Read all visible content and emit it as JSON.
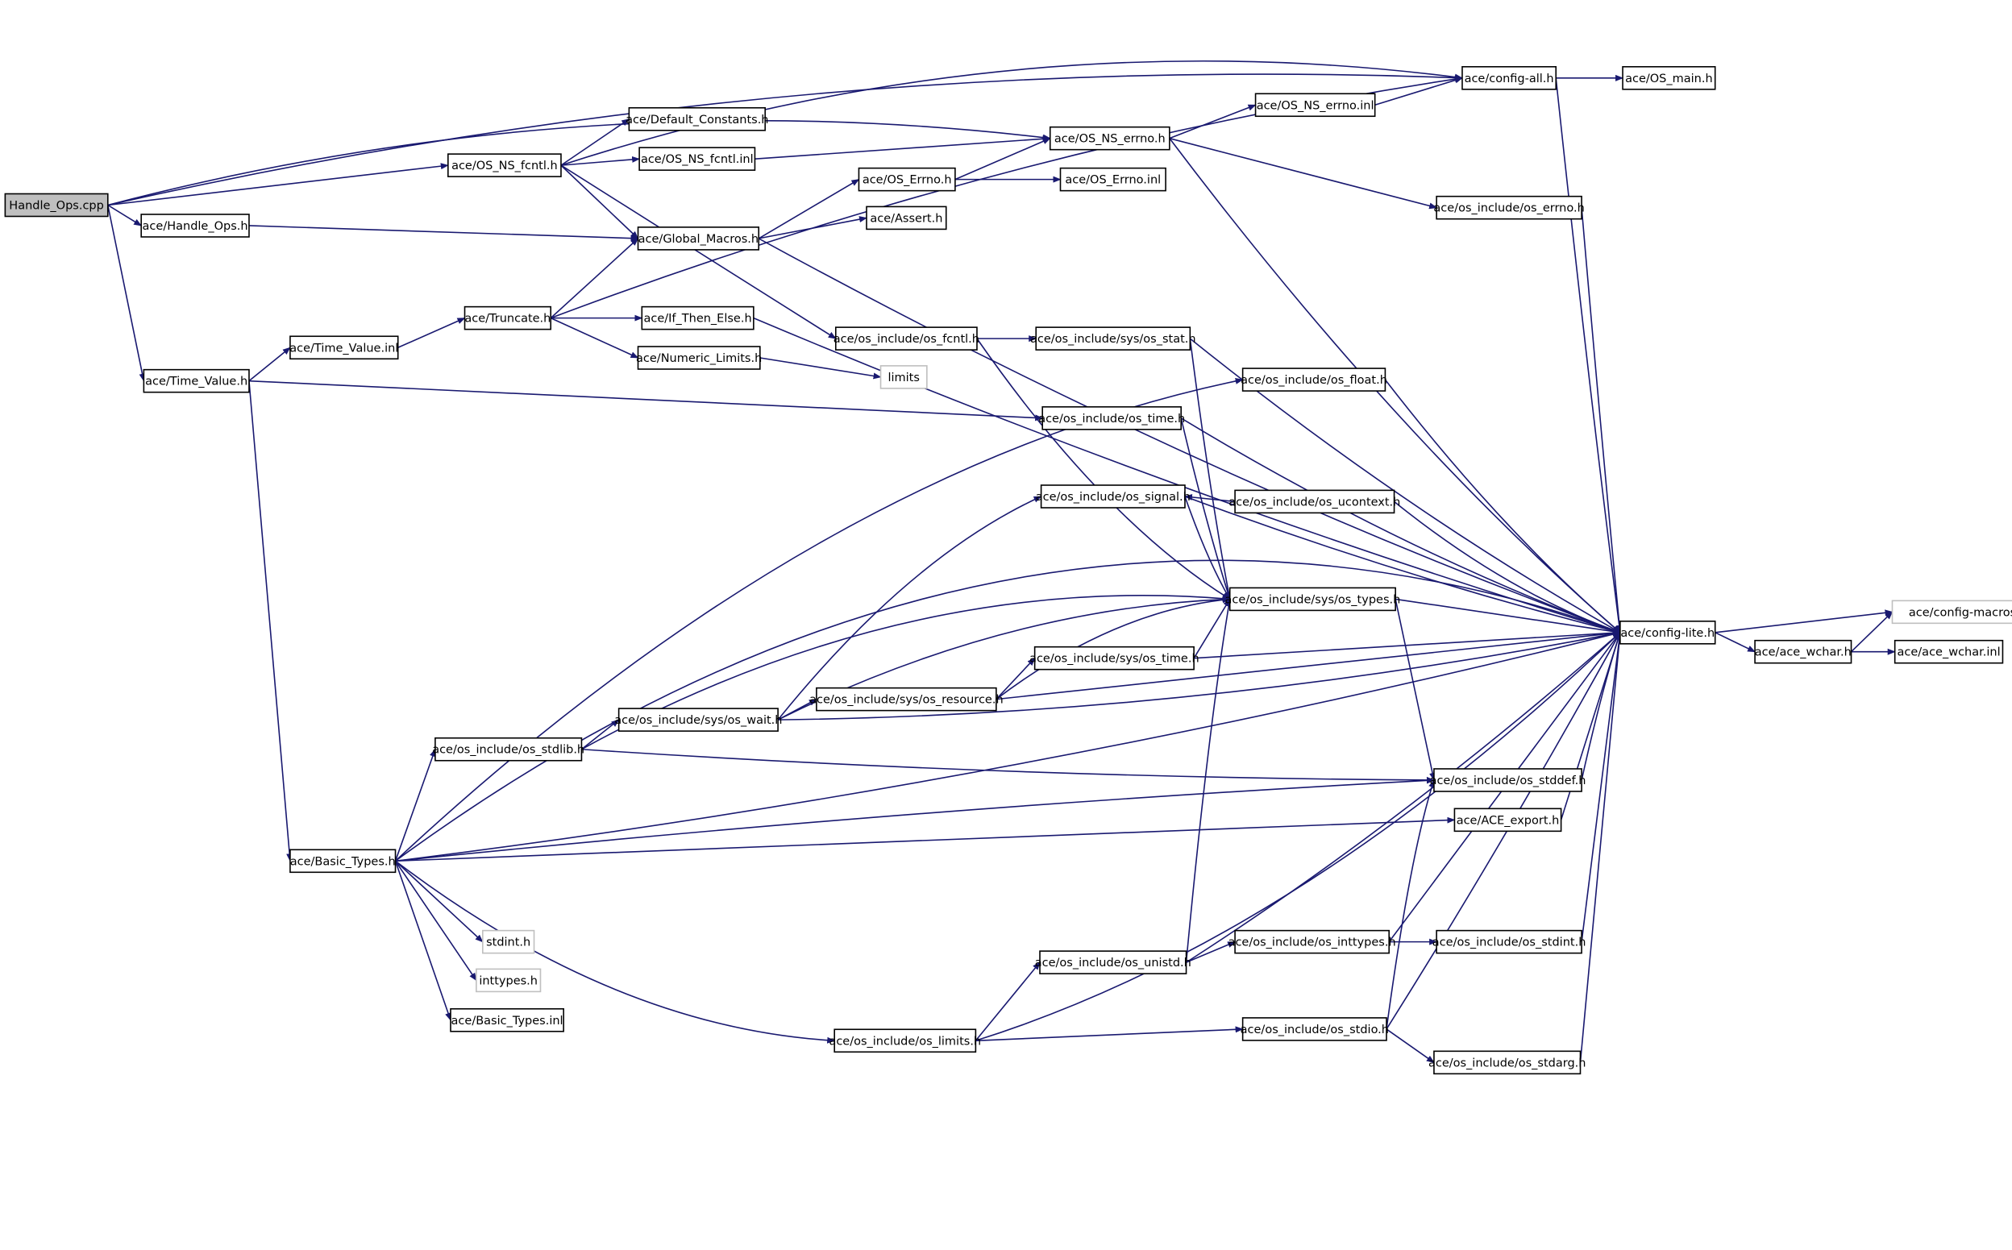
{
  "nodes": {
    "handle_ops_cpp": "Handle_Ops.cpp",
    "os_ns_fcntl_h": "ace/OS_NS_fcntl.h",
    "handle_ops_h": "ace/Handle_Ops.h",
    "time_value_h": "ace/Time_Value.h",
    "time_value_inl": "ace/Time_Value.inl",
    "truncate_h": "ace/Truncate.h",
    "default_constants_h": "ace/Default_Constants.h",
    "os_ns_fcntl_inl": "ace/OS_NS_fcntl.inl",
    "global_macros_h": "ace/Global_Macros.h",
    "if_then_else_h": "ace/If_Then_Else.h",
    "numeric_limits_h": "ace/Numeric_Limits.h",
    "limits": "limits",
    "os_errno_h": "ace/OS_Errno.h",
    "assert_h": "ace/Assert.h",
    "os_ns_errno_h": "ace/OS_NS_errno.h",
    "os_ns_errno_inl": "ace/OS_NS_errno.inl",
    "os_errno_inl": "ace/OS_Errno.inl",
    "config_all_h": "ace/config-all.h",
    "os_main_h": "ace/OS_main.h",
    "os_include_os_errno_h": "ace/os_include/os_errno.h",
    "os_fcntl_h": "ace/os_include/os_fcntl.h",
    "sys_os_stat_h": "ace/os_include/sys/os_stat.h",
    "os_float_h": "ace/os_include/os_float.h",
    "os_time_h": "ace/os_include/os_time.h",
    "os_signal_h": "ace/os_include/os_signal.h",
    "os_ucontext_h": "ace/os_include/os_ucontext.h",
    "sys_os_types_h": "ace/os_include/sys/os_types.h",
    "sys_os_time_h": "ace/os_include/sys/os_time.h",
    "sys_os_resource_h": "ace/os_include/sys/os_resource.h",
    "sys_os_wait_h": "ace/os_include/sys/os_wait.h",
    "os_stdlib_h": "ace/os_include/os_stdlib.h",
    "os_stddef_h": "ace/os_include/os_stddef.h",
    "ace_export_h": "ace/ACE_export.h",
    "basic_types_h": "ace/Basic_Types.h",
    "stdint_h": "stdint.h",
    "inttypes_h": "inttypes.h",
    "basic_types_inl": "ace/Basic_Types.inl",
    "os_limits_h": "ace/os_include/os_limits.h",
    "os_unistd_h": "ace/os_include/os_unistd.h",
    "os_inttypes_h": "ace/os_include/os_inttypes.h",
    "os_stdint_h": "ace/os_include/os_stdint.h",
    "os_stdio_h": "ace/os_include/os_stdio.h",
    "os_stdarg_h": "ace/os_include/os_stdarg.h",
    "config_lite_h": "ace/config-lite.h",
    "ace_wchar_h": "ace/ace_wchar.h",
    "config_macros_h": "ace/config-macros.h",
    "ace_wchar_inl": "ace/ace_wchar.inl"
  },
  "colors": {
    "edge": "#191970",
    "node_border": "#000000",
    "root_fill": "#bfbfbf",
    "external_border": "#bfbfbf"
  }
}
